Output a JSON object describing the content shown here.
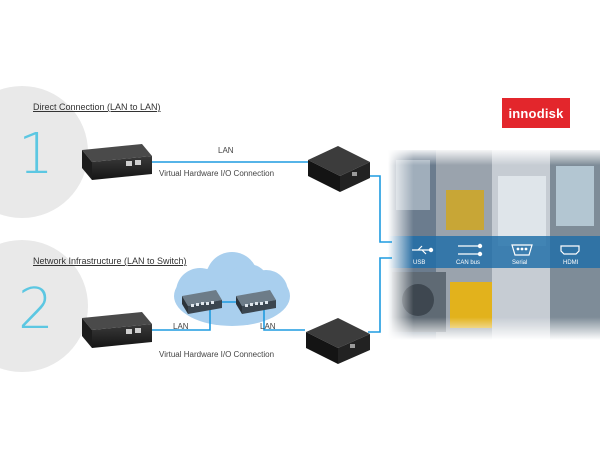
{
  "brand": {
    "logo_text": "innodisk",
    "logo_color": "#e3262c"
  },
  "sections": [
    {
      "number": "1",
      "title": "Direct Connection (LAN to LAN)"
    },
    {
      "number": "2",
      "title": "Network Infrastructure (LAN to Switch)"
    }
  ],
  "connections": {
    "direct": {
      "link_label": "LAN",
      "caption": "Virtual Hardware I/O Connection"
    },
    "network": {
      "link_label_left": "LAN",
      "link_label_right": "LAN",
      "caption": "Virtual Hardware I/O Connection"
    }
  },
  "io_icons": [
    {
      "label": "USB",
      "icon": "usb-icon"
    },
    {
      "label": "CAN bus",
      "icon": "can-bus-icon"
    },
    {
      "label": "Serial",
      "icon": "serial-port-icon"
    },
    {
      "label": "HDMI",
      "icon": "hdmi-icon"
    }
  ],
  "colors": {
    "link_line": "#1e9be0",
    "number": "#5cc7e2",
    "cloud": "#a9cfee",
    "circle": "#e9e9e9"
  }
}
